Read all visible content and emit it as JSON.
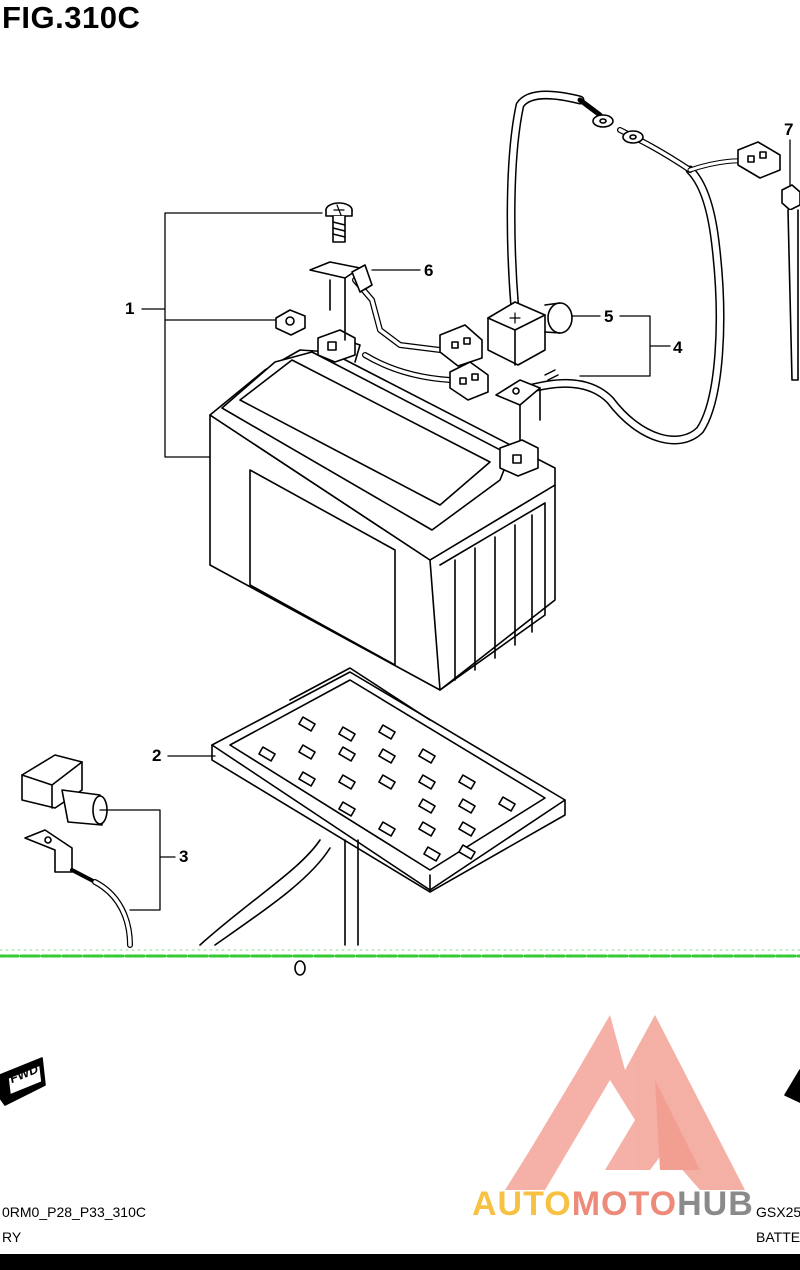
{
  "figure": {
    "title": "FIG.310C"
  },
  "callouts": [
    {
      "id": "1",
      "label": "1"
    },
    {
      "id": "2",
      "label": "2"
    },
    {
      "id": "3",
      "label": "3"
    },
    {
      "id": "4",
      "label": "4"
    },
    {
      "id": "5",
      "label": "5"
    },
    {
      "id": "6",
      "label": "6"
    },
    {
      "id": "7",
      "label": "7"
    }
  ],
  "direction_marker": {
    "label": "FWD"
  },
  "footer": {
    "left_code": "0RM0_P28_P33_310C",
    "left_caption": "RY",
    "right_code": "GSX25",
    "right_caption": "BATTE"
  },
  "watermark": {
    "part1": "AUTO",
    "part2": "MOTO",
    "part3": "HUB",
    "colors": {
      "yellow": "#f7c244",
      "salmon": "#ee8a7a",
      "gray": "#8a8a8a"
    }
  },
  "accent_colors": {
    "scan_line": "#33cc33",
    "logo_triangle": "#f07a6a"
  }
}
